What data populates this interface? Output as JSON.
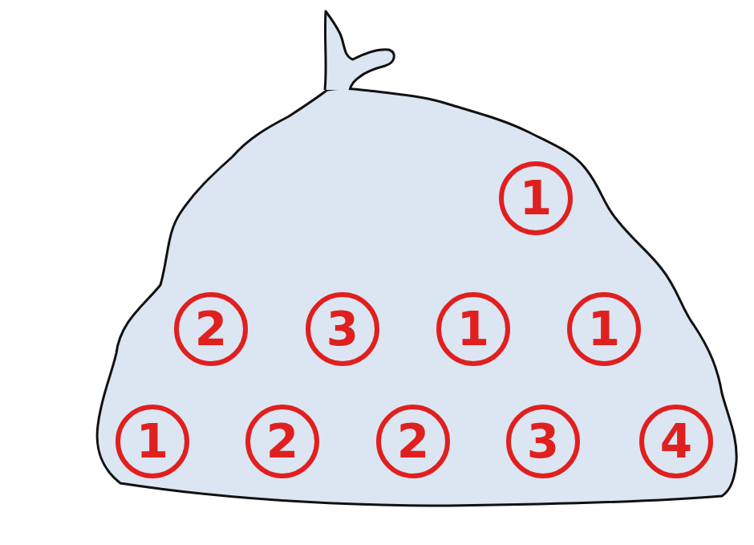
{
  "diagram": {
    "labels": [
      "1",
      "2",
      "3",
      "1",
      "1",
      "1",
      "2",
      "2",
      "3",
      "4"
    ]
  }
}
